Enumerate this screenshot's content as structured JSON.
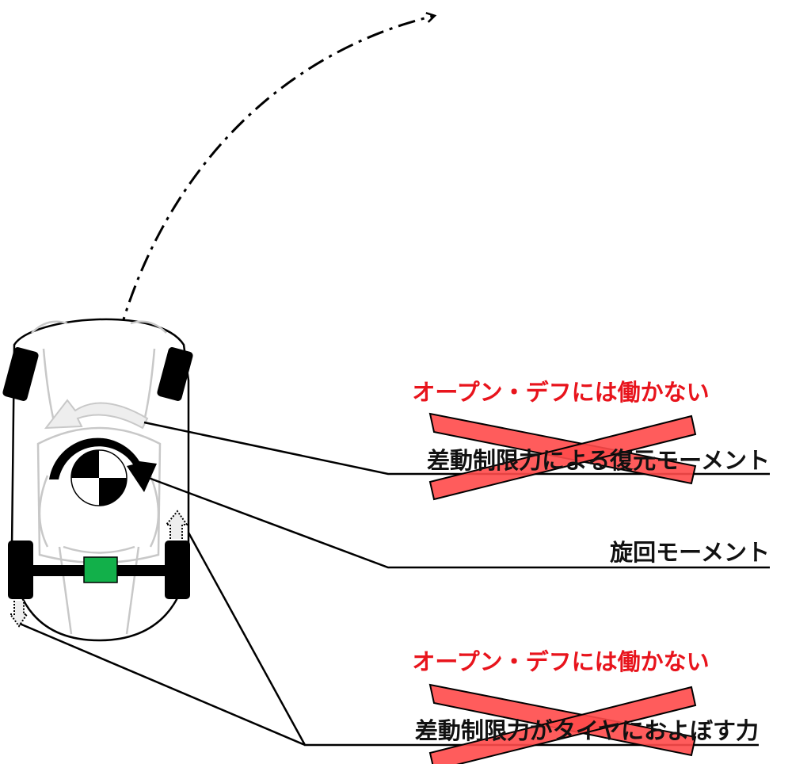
{
  "labels": {
    "open_diff_note_top": "オープン・デフには働かない",
    "restoring_moment": "差動制限力による復元モーメント",
    "yaw_moment": "旋回モーメント",
    "open_diff_note_bottom": "オープン・デフには働かない",
    "lsd_tire_force": "差動制限力がタイヤにおよぼす力"
  },
  "colors": {
    "note_red": "#e8141c",
    "cross_red": "#ff4a4a",
    "diff_green": "#12b04a",
    "ghost_arrow": "#eeeeee"
  },
  "icons": [
    "trajectory-arrow",
    "center-of-gravity-icon",
    "yaw-moment-arrow",
    "restoring-moment-arrow",
    "tire-force-arrows",
    "cross-mark-icon"
  ]
}
